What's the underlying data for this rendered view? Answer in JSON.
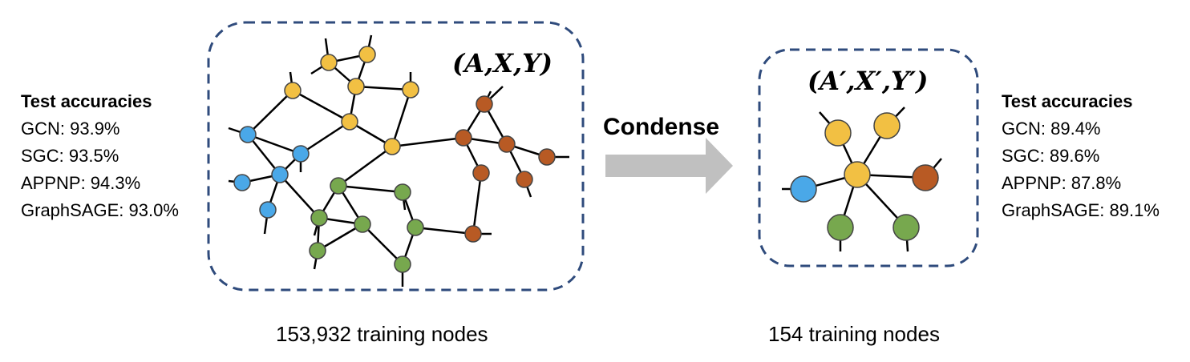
{
  "left_panel": {
    "tuple": "(A,X,Y)",
    "caption": "153,932 training nodes",
    "accuracies": {
      "title": "Test accuracies",
      "lines": [
        "GCN: 93.9%",
        "SGC: 93.5%",
        "APPNP: 94.3%",
        "GraphSAGE: 93.0%"
      ]
    }
  },
  "right_panel": {
    "tuple": "(A′,X′,Y′)",
    "caption": "154 training nodes",
    "accuracies": {
      "title": "Test accuracies",
      "lines": [
        "GCN: 89.4%",
        "SGC: 89.6%",
        "APPNP: 87.8%",
        "GraphSAGE: 89.1%"
      ]
    }
  },
  "arrow": {
    "label": "Condense"
  },
  "colors": {
    "border": "#2f4b7c",
    "arrow": "#c0c0c0",
    "node_yellow": "#f2c043",
    "node_blue": "#4aa8e8",
    "node_green": "#77a84e",
    "node_brown": "#b85a24"
  }
}
